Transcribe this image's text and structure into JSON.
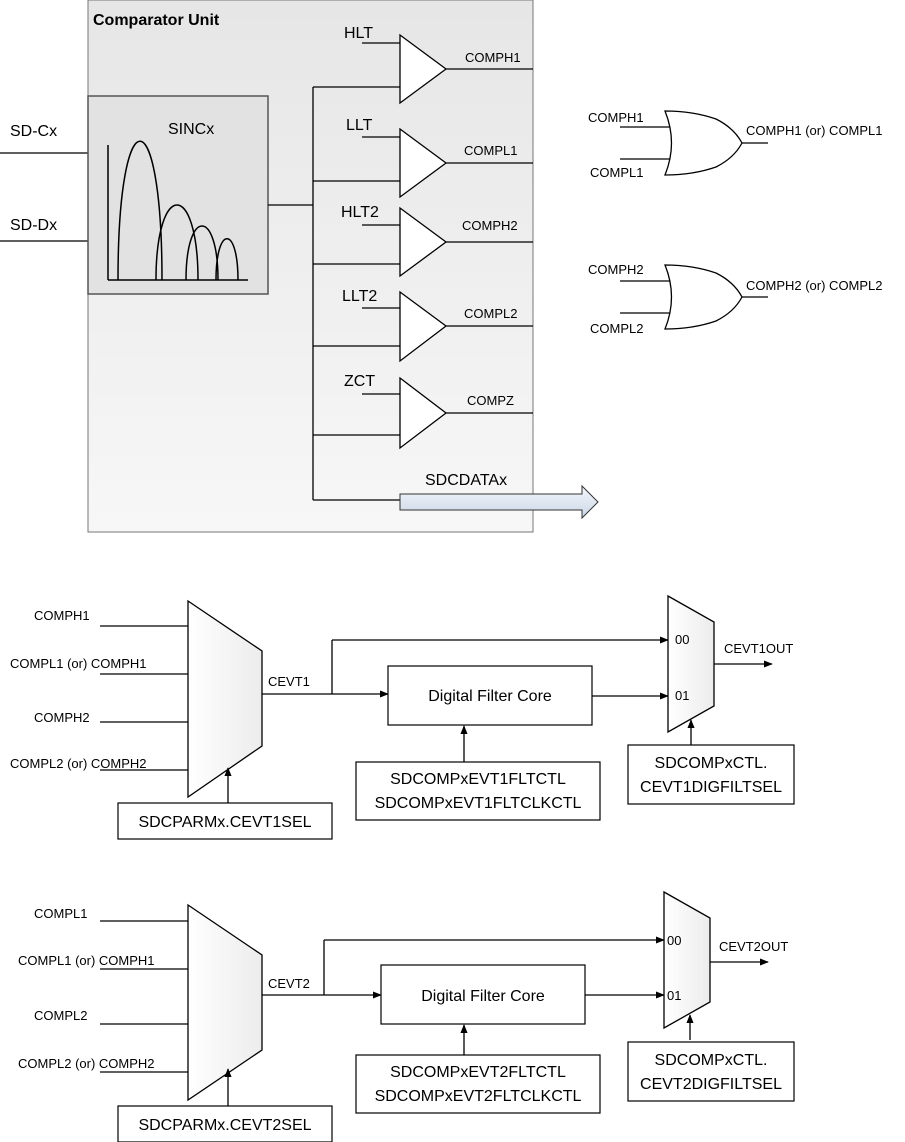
{
  "comparator": {
    "title": "Comparator Unit",
    "inputs": [
      "SD-Cx",
      "SD-Dx"
    ],
    "filter_label": "SINCx",
    "thresholds": [
      "HLT",
      "LLT",
      "HLT2",
      "LLT2",
      "ZCT"
    ],
    "outputs": [
      "COMPH1",
      "COMPL1",
      "COMPH2",
      "COMPL2",
      "COMPZ"
    ],
    "data_out": "SDCDATAx"
  },
  "or_gates": [
    {
      "in1": "COMPH1",
      "in2": "COMPL1",
      "out": "COMPH1 (or) COMPL1"
    },
    {
      "in1": "COMPH2",
      "in2": "COMPL2",
      "out": "COMPH2 (or) COMPL2"
    }
  ],
  "paths": [
    {
      "mux_inputs": [
        "COMPH1",
        "COMPL1 (or) COMPH1",
        "COMPH2",
        "COMPL2 (or) COMPH2"
      ],
      "event": "CEVT1",
      "select": "SDCPARMx.CEVT1SEL",
      "filter": "Digital Filter Core",
      "filter_reg1": "SDCOMPxEVT1FLTCTL",
      "filter_reg2": "SDCOMPxEVT1FLTCLKCTL",
      "out_mux_in0": "00",
      "out_mux_in1": "01",
      "output": "CEVT1OUT",
      "out_sel1": "SDCOMPxCTL.",
      "out_sel2": "CEVT1DIGFILTSEL"
    },
    {
      "mux_inputs": [
        "COMPL1",
        "COMPL1 (or) COMPH1",
        "COMPL2",
        "COMPL2 (or) COMPH2"
      ],
      "event": "CEVT2",
      "select": "SDCPARMx.CEVT2SEL",
      "filter": "Digital Filter Core",
      "filter_reg1": "SDCOMPxEVT2FLTCTL",
      "filter_reg2": "SDCOMPxEVT2FLTCLKCTL",
      "out_mux_in0": "00",
      "out_mux_in1": "01",
      "output": "CEVT2OUT",
      "out_sel1": "SDCOMPxCTL.",
      "out_sel2": "CEVT2DIGFILTSEL"
    }
  ]
}
